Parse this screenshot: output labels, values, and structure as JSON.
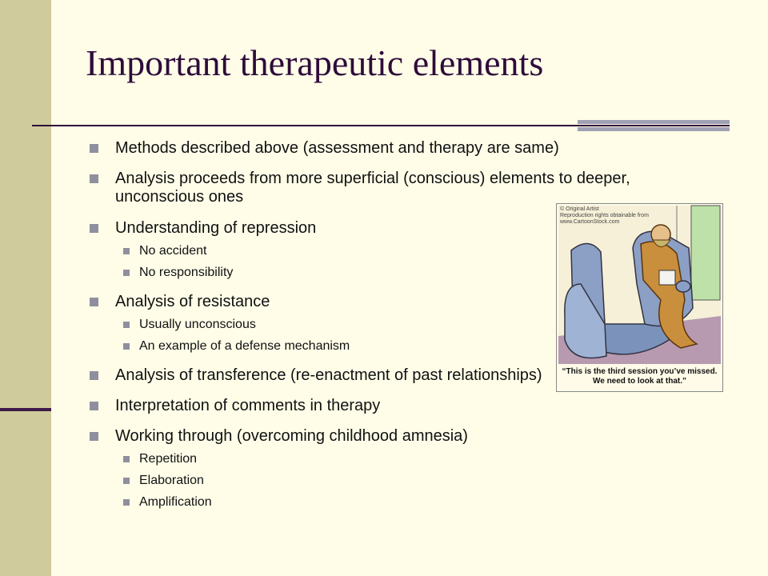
{
  "slide": {
    "title": "Important therapeutic elements",
    "bullets": [
      {
        "text": "Methods described above (assessment and therapy are same)"
      },
      {
        "text": "Analysis proceeds from more superficial (conscious) elements to deeper, unconscious ones"
      },
      {
        "text": "Understanding of repression",
        "sub": [
          "No accident",
          "No responsibility"
        ]
      },
      {
        "text": "Analysis of resistance",
        "sub": [
          "Usually unconscious",
          "An example of a defense mechanism"
        ]
      },
      {
        "text": "Analysis of transference (re-enactment of past relationships)"
      },
      {
        "text": "Interpretation of comments in therapy"
      },
      {
        "text": "Working through (overcoming childhood amnesia)",
        "sub": [
          "Repetition",
          "Elaboration",
          "Amplification"
        ]
      }
    ]
  },
  "cartoon": {
    "credit_line1": "© Original Artist",
    "credit_line2": "Reproduction rights obtainable from",
    "credit_line3": "www.CartoonStock.com",
    "caption_line1": "“This is the third session you’ve missed.",
    "caption_line2": "We need to look at that.”"
  },
  "colors": {
    "background": "#fffde8",
    "left_bar": "#cfcb9c",
    "title": "#2e0c3a",
    "bullet": "#8f8f9d",
    "accent_gray": "#a0a0b4"
  }
}
